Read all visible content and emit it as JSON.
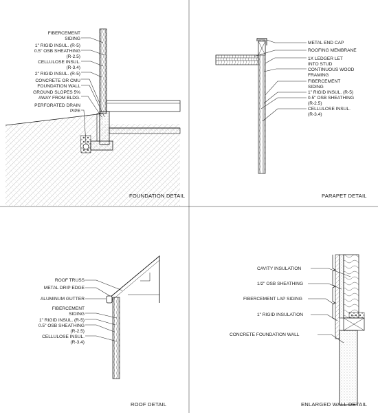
{
  "panels": {
    "foundation": {
      "title": "FOUNDATION DETAIL",
      "labels": [
        "FIBERCEMENT",
        "SIDING",
        "1\" RIGID INSUL. (R-5)",
        "0.5\" OSB SHEATHING",
        "(R-2.5)",
        "CELLULOSE INSUL.",
        "(R-3.4)",
        "2\" RIGID INSUL. (R-5)",
        "CONCRETE OR CMU",
        "FOUNDATION WALL",
        "GROUND SLOPES 5%",
        "AWAY FROM BLDG.",
        "PERFORATED DRAIN",
        "PIPE"
      ]
    },
    "parapet": {
      "title": "PARAPET DETAIL",
      "labels": [
        "METAL END CAP",
        "ROOFING MEMBRANE",
        "1X LEDGER LET",
        "INTO STUD",
        "CONTINUOUS WOOD",
        "FRAMING",
        "FIBERCEMENT",
        "SIDING",
        "1\" RIGID INSUL. (R-5)",
        "0.5\" OSB SHEATHING",
        "(R-2.5)",
        "CELLULOSE INSUL.",
        "(R-3.4)"
      ]
    },
    "roof": {
      "title": "ROOF DETAIL",
      "labels": [
        "ROOF TRUSS",
        "METAL DRIP EDGE",
        "ALUMINUM GUTTER",
        "FIBERCEMENT",
        "SIDING",
        "1\" RIGID INSUL. (R-5)",
        "0.5\" OSB SHEATHING",
        "(R-2.5)",
        "CELLULOSE INSUL.",
        "(R-3.4)"
      ]
    },
    "enlarged": {
      "title": "ENLARGED WALL DETAIL",
      "labels": [
        "CAVITY INSULATION",
        "1/2\" OSB SHEATHING",
        "FIBERCEMENT LAP SIDING",
        "1\" RIGID INSULATION",
        "CONCRETE FOUNDATION WALL"
      ]
    }
  }
}
